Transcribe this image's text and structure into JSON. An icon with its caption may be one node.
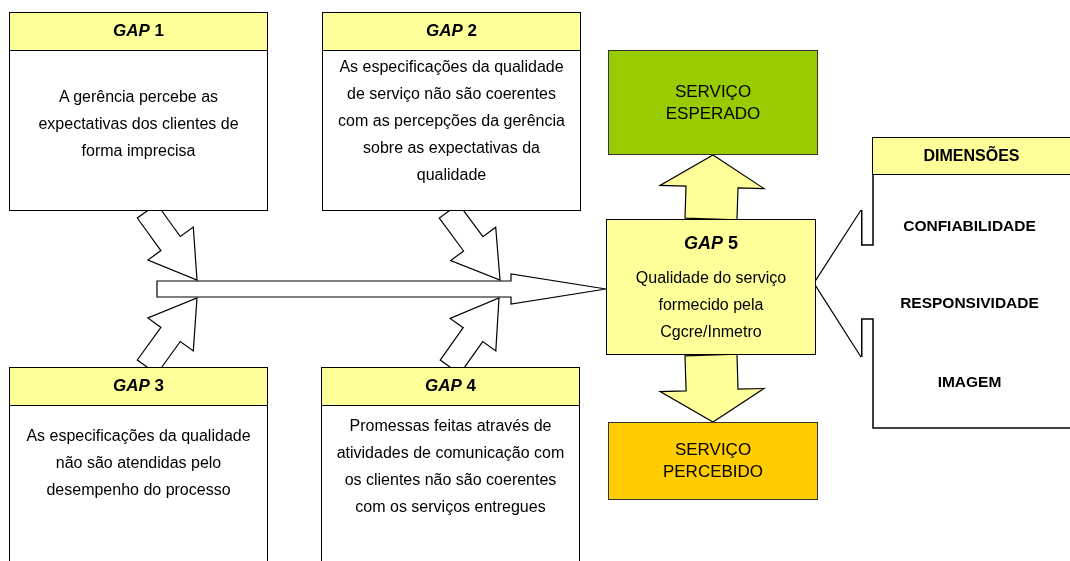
{
  "diagram": {
    "nodes": [
      {
        "text": [
          "*GAP* 1",
          "A gerência percebe as expectativas dos clientes de forma imprecisa"
        ]
      },
      {
        "text": [
          "*GAP* 2",
          "As especificações da qualidade de serviço não são coerentes com as percepções da gerência sobre as expectativas da qualidade"
        ]
      },
      {
        "text": [
          "SERVIÇO ESPERADO"
        ]
      },
      {
        "text": [
          "DIMENSÕES",
          "CONFIABILIDADE",
          "RESPONSIVIDADE",
          "IMAGEM"
        ]
      },
      {
        "text": [
          "*GAP* 5",
          "Qualidade do serviço formecido pela Cgcre/Inmetro"
        ]
      },
      {
        "text": [
          "*GAP* 3",
          "As especificações da qualidade não são atendidas pelo desempenho do processo"
        ]
      },
      {
        "text": [
          "*GAP* 4",
          "Promessas feitas através de atividades de comunicação com os clientes não são coerentes com os serviços entregues"
        ]
      },
      {
        "text": [
          "SERVIÇO PERCEBIDO"
        ]
      }
    ],
    "edges": [
      {
        "from": 0,
        "to": null,
        "arrow": "to"
      },
      {
        "from": 1,
        "to": null,
        "arrow": "to"
      },
      {
        "from": 5,
        "to": null,
        "arrow": "to"
      },
      {
        "from": 6,
        "to": null,
        "arrow": "to"
      },
      {
        "from": null,
        "to": 4,
        "arrow": "to"
      },
      {
        "from": 4,
        "to": 2,
        "arrow": "to"
      },
      {
        "from": 4,
        "to": 7,
        "arrow": "to"
      },
      {
        "from": 3,
        "to": 4,
        "arrow": "none"
      }
    ]
  }
}
